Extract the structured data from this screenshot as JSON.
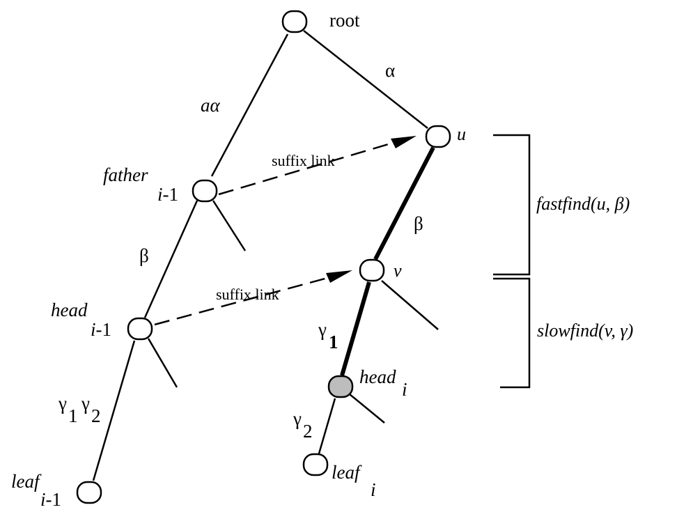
{
  "nodes": {
    "root": "root",
    "u": "u",
    "v": "v",
    "father": "father",
    "father_sub": "i-1",
    "head_prev": "head",
    "head_prev_sub": "i-1",
    "head_i": "head",
    "head_i_sub": "i",
    "leaf_prev": "leaf",
    "leaf_prev_sub": "i-1",
    "leaf_i": "leaf",
    "leaf_i_sub": "i"
  },
  "edges": {
    "root_u": "α",
    "root_father": "aα",
    "father_head": "β",
    "u_v": "β",
    "v_head": "γ",
    "v_head_sub": "1",
    "head_leaf_a": "γ",
    "head_leaf_a_sub": "1",
    "head_leaf_b": "γ",
    "head_leaf_b_sub": "2",
    "headi_leafi": "γ",
    "headi_leafi_sub": "2"
  },
  "links": {
    "suffix_link_1": "suffix link",
    "suffix_link_2": "suffix link"
  },
  "brackets": {
    "fastfind": "fastfind(u, β)",
    "slowfind": "slowfind(v, γ)"
  },
  "colors": {
    "line": "#000000",
    "head_i_fill": "#bdbdbd",
    "node_fill": "#ffffff"
  }
}
